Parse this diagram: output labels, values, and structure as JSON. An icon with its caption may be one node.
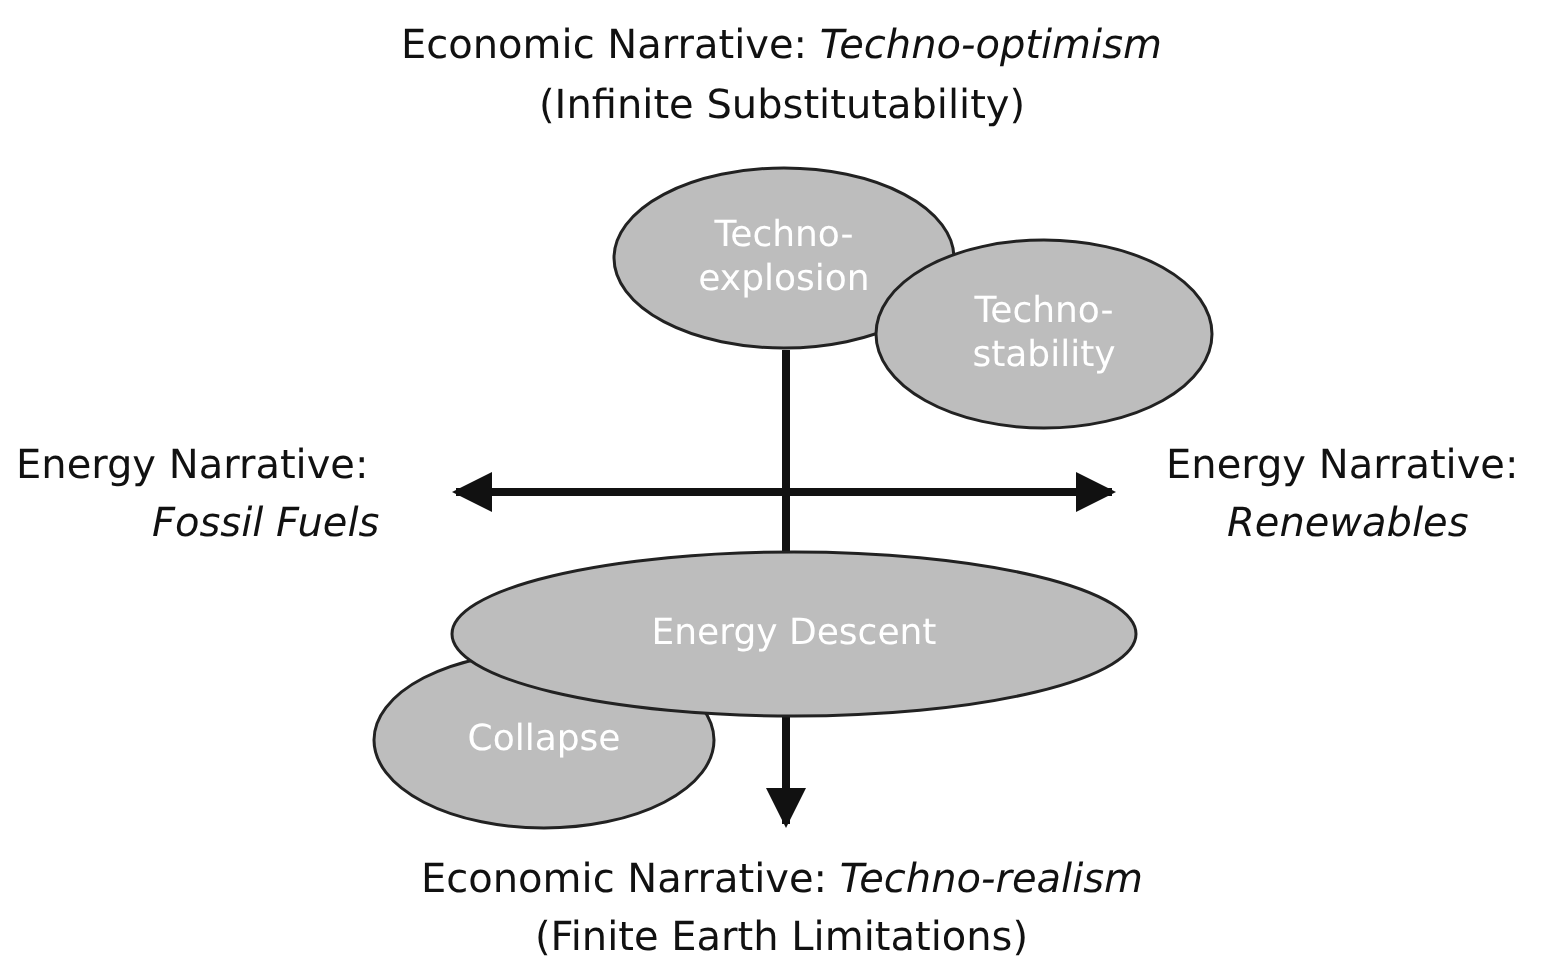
{
  "diagram": {
    "nodes": [
      {
        "text": [
          "Techno-explosion"
        ]
      },
      {
        "text": [
          "Techno-stability"
        ]
      },
      {
        "text": [
          "Energy Descent"
        ]
      },
      {
        "text": [
          "Collapse"
        ]
      }
    ],
    "labels": [
      "Economic Narrative: *Techno-optimism*",
      "(Infinite Substitutability)",
      "Energy Narrative:",
      "Fossil Fuels",
      "Energy Narrative:",
      "Renewables",
      "Economic Narrative: *Techno-realism*",
      "(Finite Earth Limitations)"
    ]
  }
}
